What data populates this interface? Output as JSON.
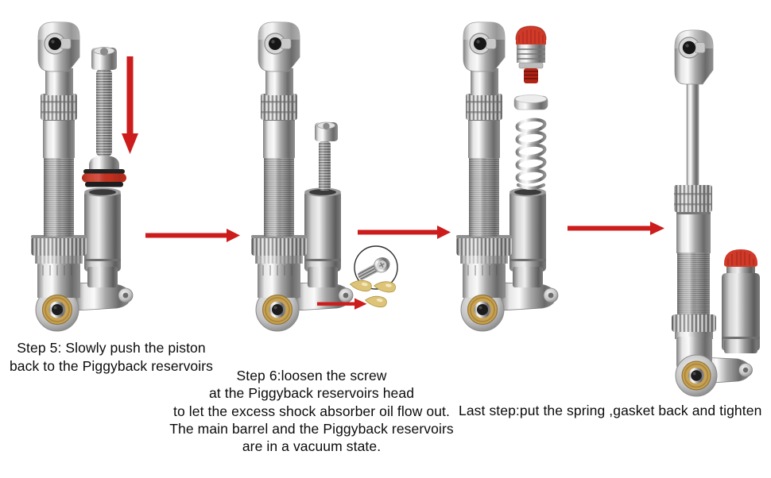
{
  "captions": {
    "step5": {
      "line1": "Step 5: Slowly push the piston",
      "line2": "back to the Piggyback reservoirs"
    },
    "step6": {
      "line1": "Step 6:loosen the screw",
      "line2": "at the Piggyback reservoirs head",
      "line3": "to let the excess shock absorber oil flow out.",
      "line4": "The main barrel and the Piggyback reservoirs",
      "line5": "are in a vacuum state."
    },
    "last_step": "Last step:put the spring ,gasket back and tighten"
  },
  "colors": {
    "background": "#ffffff",
    "arrow_red": "#cc1c1c",
    "cap_red": "#cf3a29",
    "cap_thread_red": "#b12517",
    "oring_red": "#c8311f",
    "oil_gold": "#ddc478",
    "brass_gold": "#c9a252",
    "metal_light": "#f2f2f2",
    "metal_dark": "#6a6a6a"
  },
  "icons": {
    "flow_arrow_right": "red-right-arrow",
    "insert_arrow_down": "red-down-arrow",
    "drain_arrow_right": "thin-red-right-arrow",
    "screw_inset": "magnified-screw-in-circle"
  }
}
